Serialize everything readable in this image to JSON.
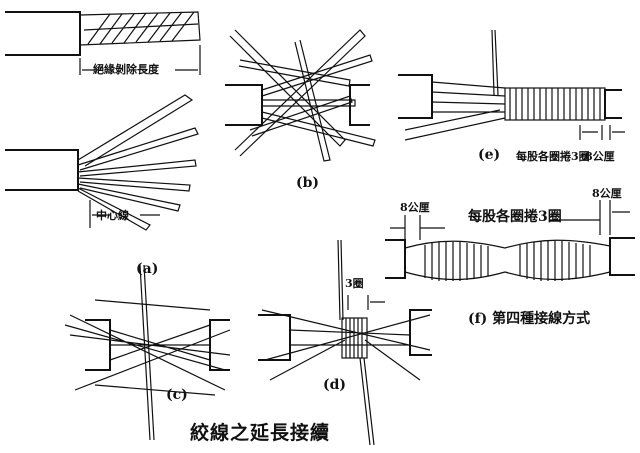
{
  "labels": {
    "strip_length": "絕緣剝除長度",
    "center_wire": "中心線",
    "a": "(a)",
    "b": "(b)",
    "c": "(c)",
    "d": "(d)",
    "e": "(e)",
    "e_wrap": "每股各圈捲3圈",
    "e_mm": "8公厘",
    "d_turns": "3圈",
    "f_mm_left": "8公厘",
    "f_wrap": "每股各圈捲3圈",
    "f_mm_right": "8公厘",
    "f_caption": "(f) 第四種接線方式",
    "title": "絞線之延長接續"
  }
}
